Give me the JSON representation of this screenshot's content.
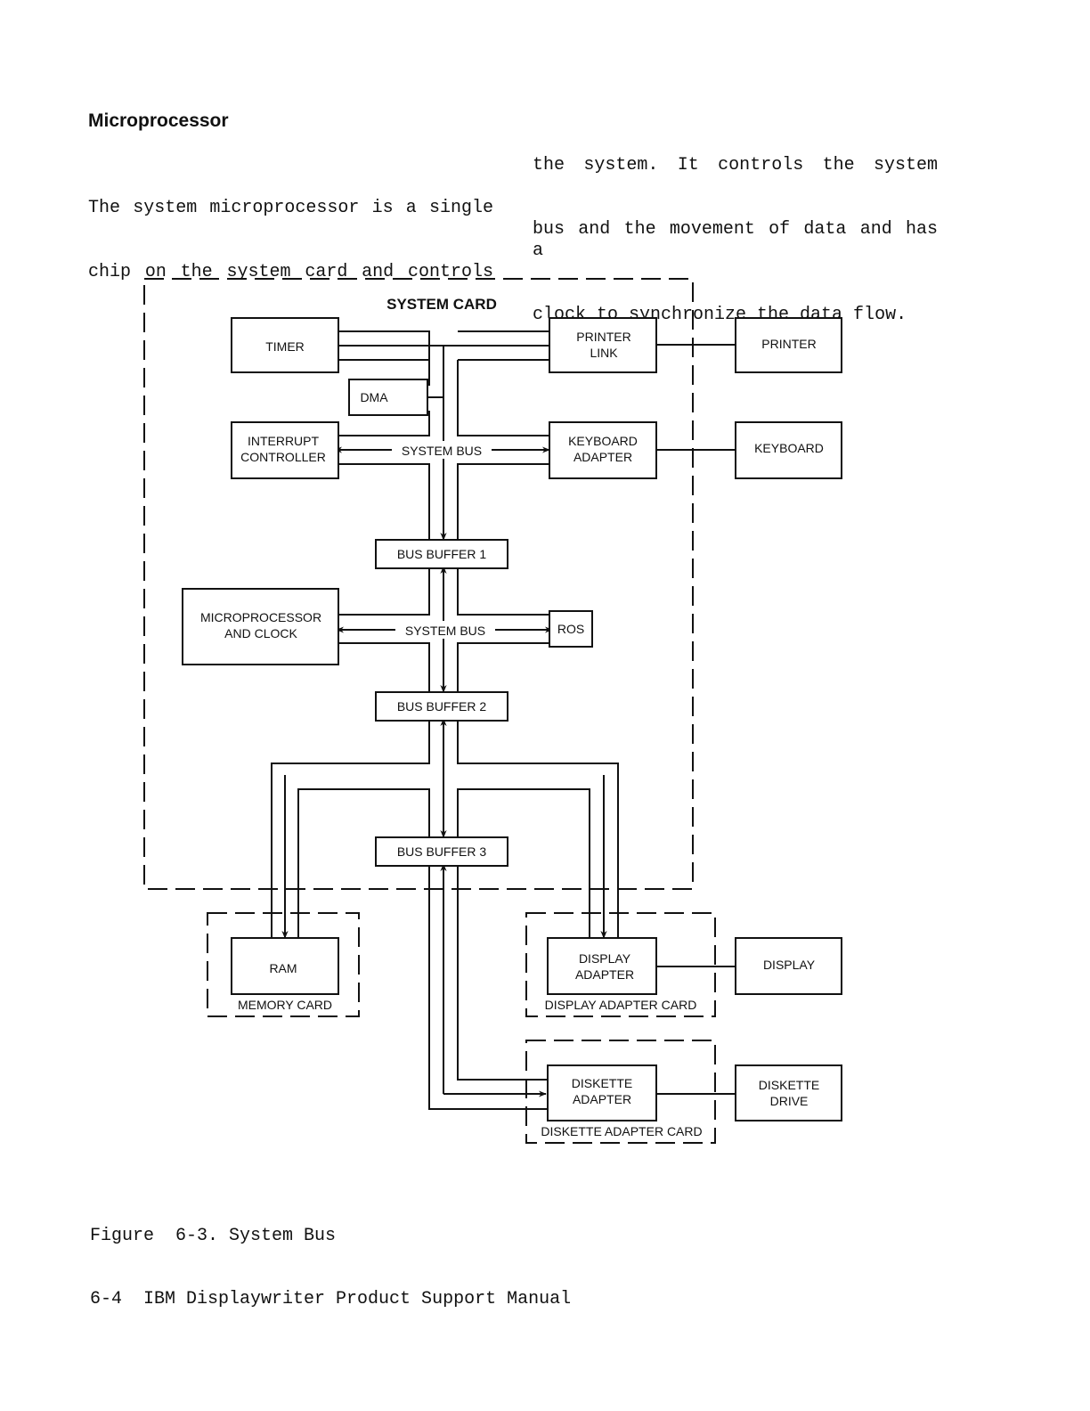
{
  "section": {
    "heading": "Microprocessor",
    "column1_lines": [
      "The system microprocessor is a single",
      "chip on the system card and controls"
    ],
    "column2_lines": [
      "the system. It controls the system",
      "bus and the movement of data and has a",
      "clock to synchronize the data flow."
    ]
  },
  "diagram": {
    "system_card": "SYSTEM CARD",
    "timer": "TIMER",
    "printer_link": [
      "PRINTER",
      "LINK"
    ],
    "printer": "PRINTER",
    "dma": "DMA",
    "interrupt_controller": [
      "INTERRUPT",
      "CONTROLLER"
    ],
    "system_bus_1": "SYSTEM BUS",
    "keyboard_adapter": [
      "KEYBOARD",
      "ADAPTER"
    ],
    "keyboard": "KEYBOARD",
    "bus_buffer_1": "BUS BUFFER 1",
    "microprocessor_and_clock": [
      "MICROPROCESSOR",
      "AND CLOCK"
    ],
    "system_bus_2": "SYSTEM BUS",
    "ros": "ROS",
    "bus_buffer_2": "BUS BUFFER 2",
    "bus_buffer_3": "BUS BUFFER 3",
    "ram": "RAM",
    "memory_card": "MEMORY CARD",
    "display_adapter": [
      "DISPLAY",
      "ADAPTER"
    ],
    "display_adapter_card": "DISPLAY ADAPTER CARD",
    "display": "DISPLAY",
    "diskette_adapter": [
      "DISKETTE",
      "ADAPTER"
    ],
    "diskette_adapter_card": "DISKETTE ADAPTER CARD",
    "diskette_drive": [
      "DISKETTE",
      "DRIVE"
    ]
  },
  "caption": "Figure  6-3. System Bus",
  "footer": "6-4  IBM Displaywriter Product Support Manual"
}
